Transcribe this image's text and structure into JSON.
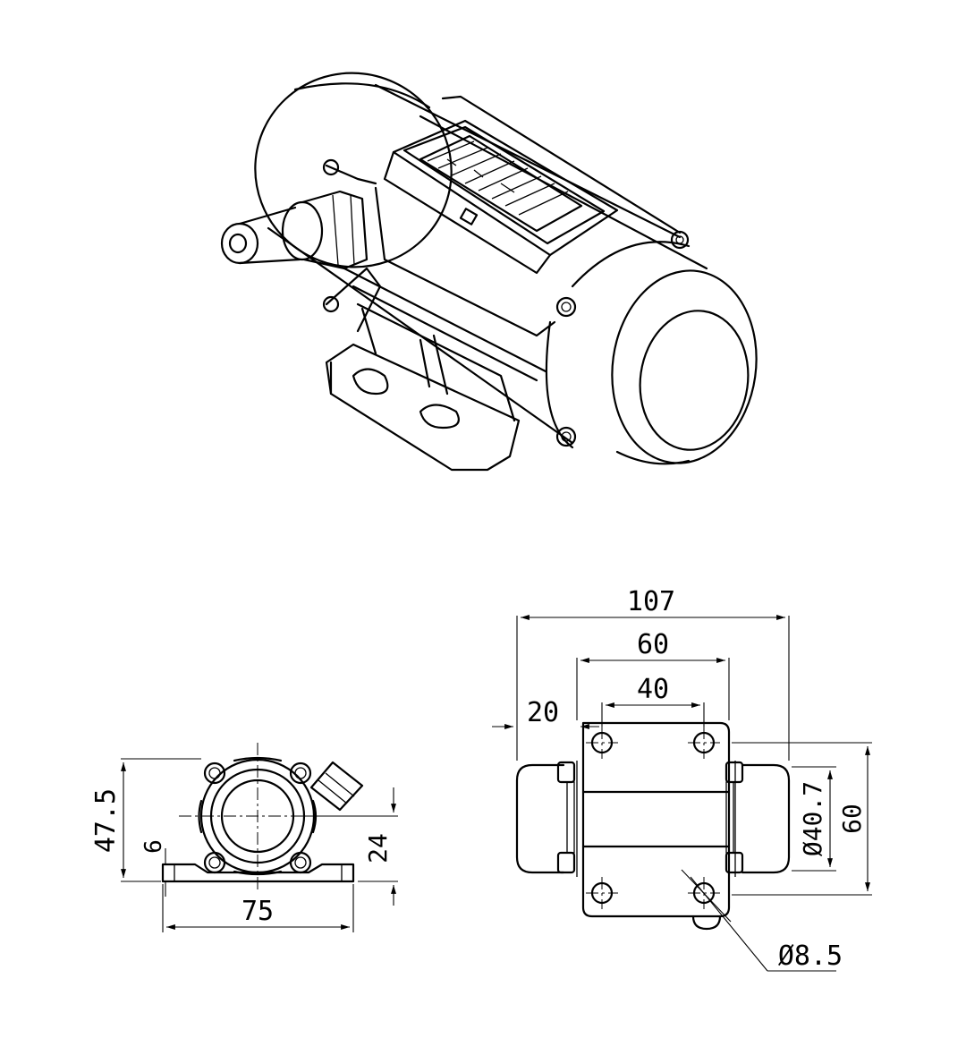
{
  "side_view": {
    "dim_height": "47.5",
    "dim_foot": "6",
    "dim_axis": "24",
    "dim_width": "75"
  },
  "top_view": {
    "dim_total": "107",
    "dim_base": "60",
    "dim_holes": "40",
    "dim_offset": "20",
    "dim_body_dia": "Ø40.7",
    "dim_height": "60",
    "dim_hole_dia": "Ø8.5"
  }
}
